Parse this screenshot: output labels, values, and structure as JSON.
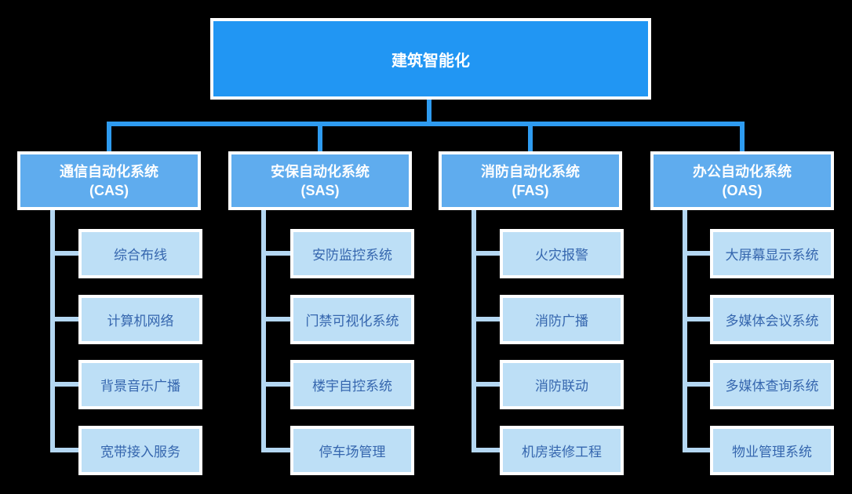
{
  "diagram": {
    "type": "org-chart-tree",
    "root": {
      "label": "建筑智能化"
    },
    "branches": [
      {
        "label": "通信自动化系统",
        "abbr": "(CAS)",
        "children": [
          "综合布线",
          "计算机网络",
          "背景音乐广播",
          "宽带接入服务"
        ]
      },
      {
        "label": "安保自动化系统",
        "abbr": "(SAS)",
        "children": [
          "安防监控系统",
          "门禁可视化系统",
          "楼宇自控系统",
          "停车场管理"
        ]
      },
      {
        "label": "消防自动化系统",
        "abbr": "(FAS)",
        "children": [
          "火灾报警",
          "消防广播",
          "消防联动",
          "机房装修工程"
        ]
      },
      {
        "label": "办公自动化系统",
        "abbr": "(OAS)",
        "children": [
          "大屏幕显示系统",
          "多媒体会议系统",
          "多媒体查询系统",
          "物业管理系统"
        ]
      }
    ],
    "colors": {
      "background": "#000000",
      "root_fill": "#2196F3",
      "branch_fill": "#5FACEE",
      "child_fill": "#BDDFF6",
      "connector_bright": "#2E9BF0",
      "connector_light": "#B4D7F2",
      "box_border": "#FFFFFF",
      "child_text": "#3566AE",
      "header_text": "#FFFFFF"
    }
  }
}
